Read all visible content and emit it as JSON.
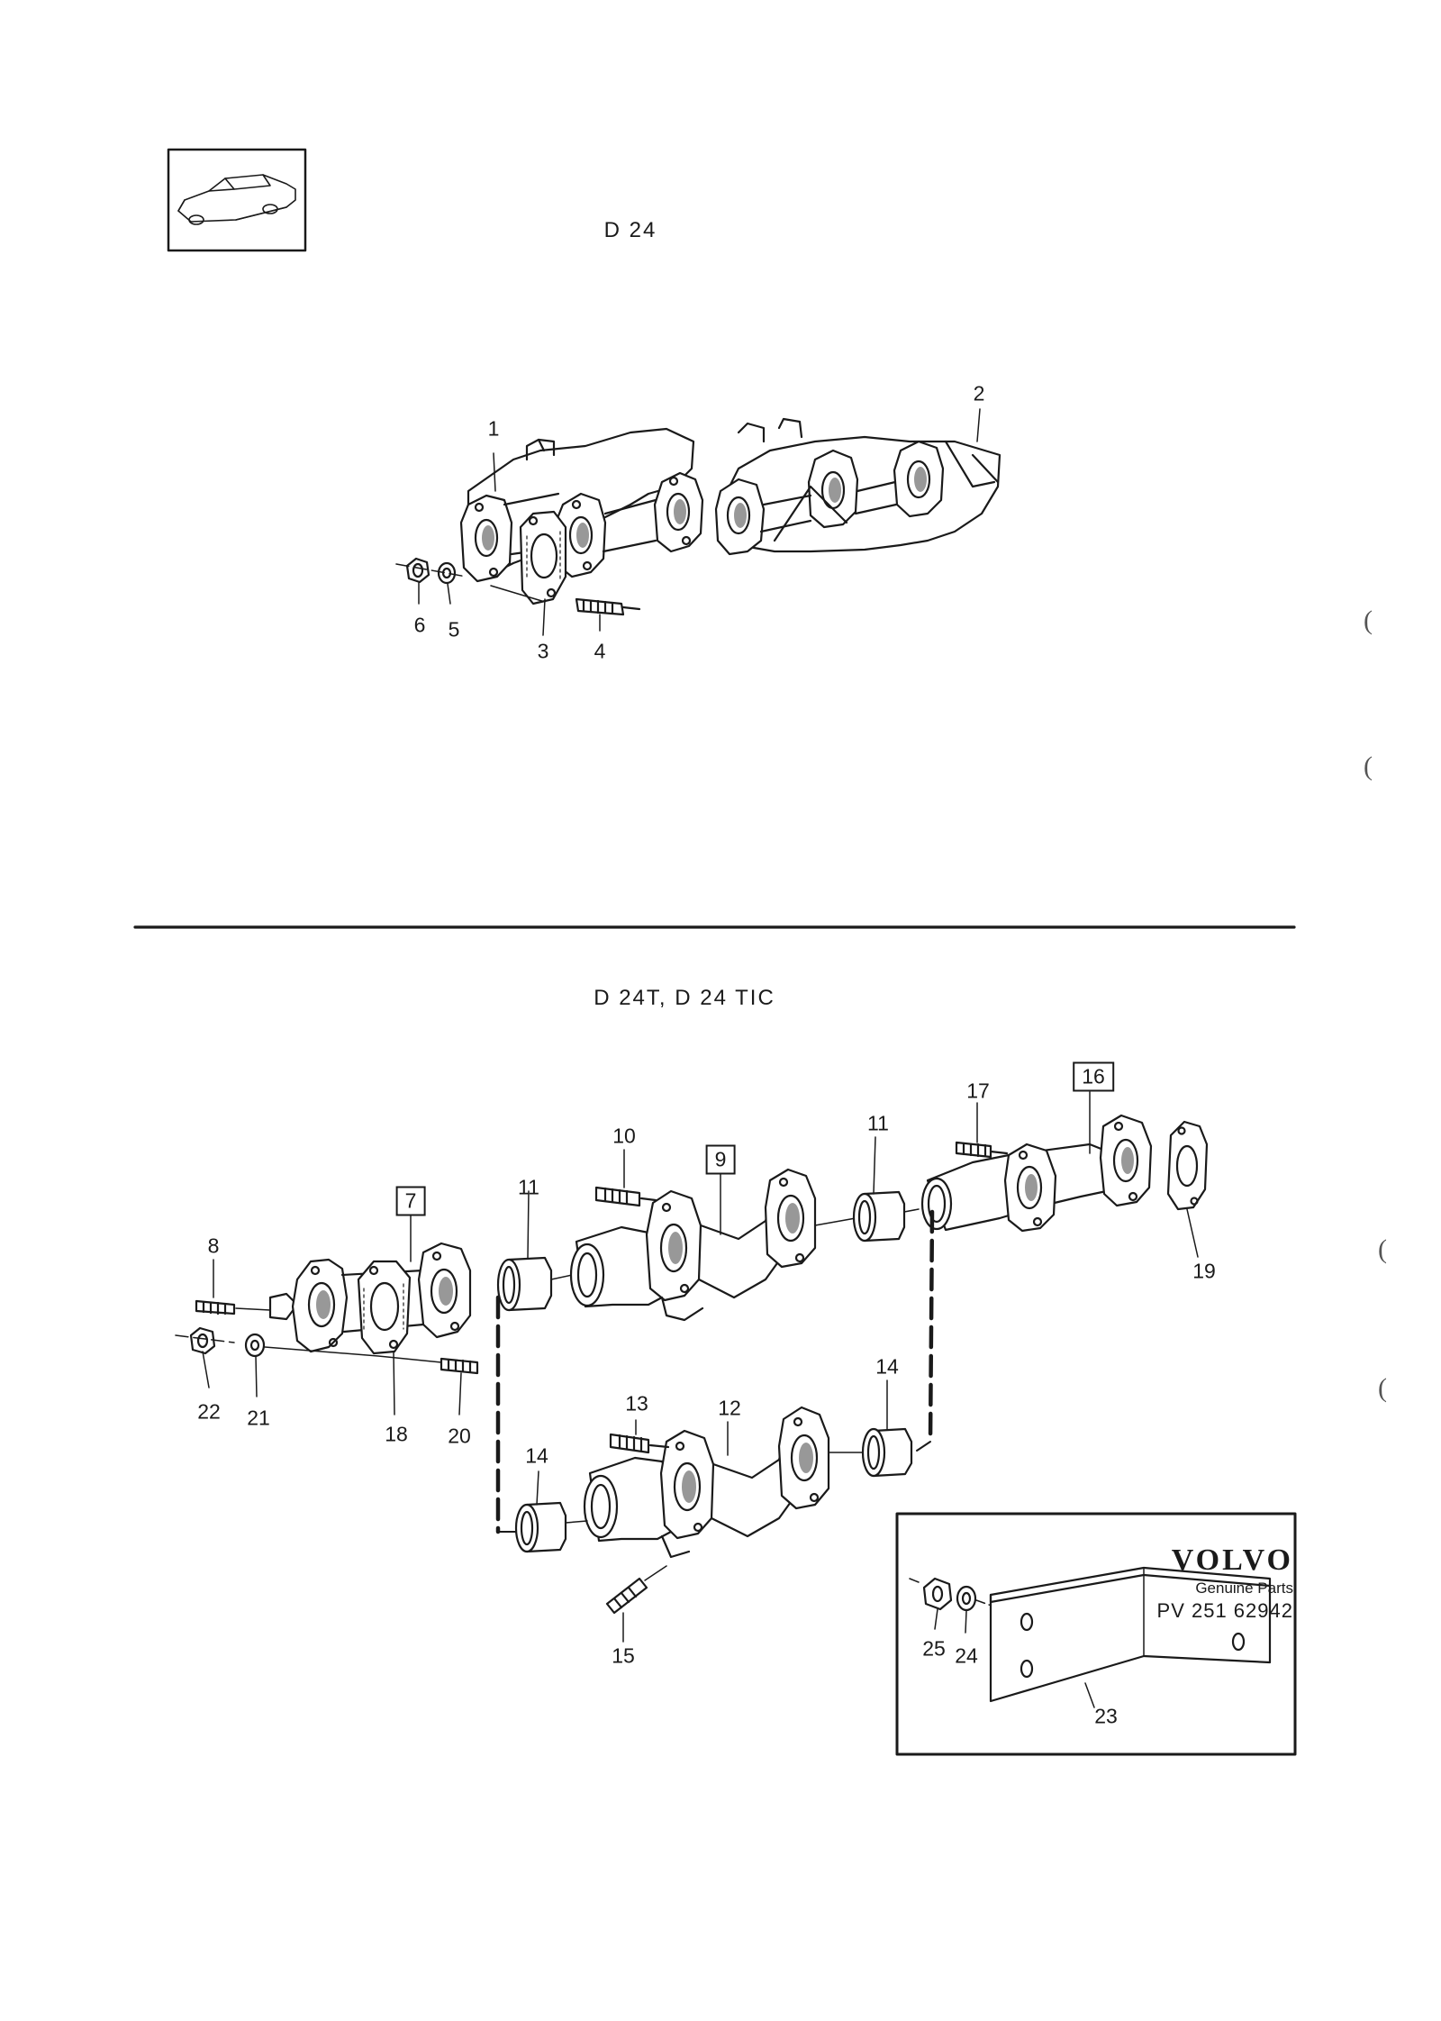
{
  "sections": {
    "top_title": "D 24",
    "bottom_title": "D 24T, D 24 TIC"
  },
  "callouts": {
    "c1": "1",
    "c2": "2",
    "c3": "3",
    "c4": "4",
    "c5": "5",
    "c6": "6",
    "c7": "7",
    "c8": "8",
    "c9": "9",
    "c10": "10",
    "c11a": "11",
    "c11b": "11",
    "c12": "12",
    "c13": "13",
    "c14a": "14",
    "c14b": "14",
    "c15": "15",
    "c16": "16",
    "c17": "17",
    "c18": "18",
    "c19": "19",
    "c20": "20",
    "c21": "21",
    "c22": "22",
    "c23": "23",
    "c24": "24",
    "c25": "25"
  },
  "brand": {
    "name": "VOLVO",
    "subtitle": "Genuine Parts",
    "code": "PV 251 62942"
  },
  "colors": {
    "ink": "#1a1a1a",
    "paper": "#ffffff"
  },
  "icons": {
    "vehicle": "sedan-car-icon"
  }
}
